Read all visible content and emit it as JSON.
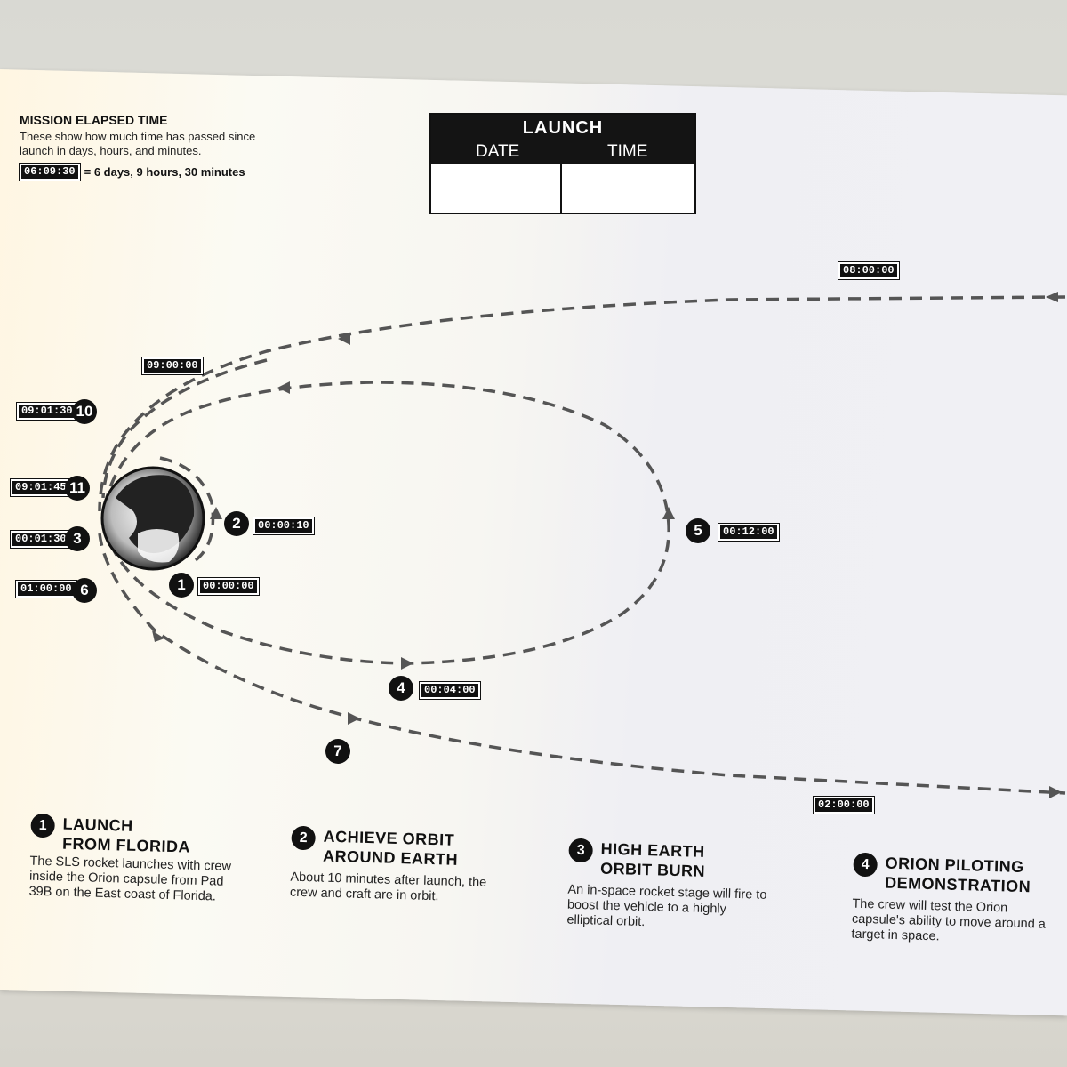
{
  "legend": {
    "title": "MISSION ELAPSED TIME",
    "description": "These show how much time has passed since launch in days, hours, and minutes.",
    "example_tag": "06:09:30",
    "example_text": "= 6 days, 9 hours, 30 minutes"
  },
  "launch_box": {
    "title": "LAUNCH",
    "date_label": "DATE",
    "time_label": "TIME"
  },
  "markers": [
    {
      "num": "1",
      "time": "00:00:00"
    },
    {
      "num": "2",
      "time": "00:00:10"
    },
    {
      "num": "3",
      "time": "00:01:30"
    },
    {
      "num": "4",
      "time": "00:04:00"
    },
    {
      "num": "5",
      "time": "00:12:00"
    },
    {
      "num": "6",
      "time": "01:00:00"
    },
    {
      "num": "7",
      "time": ""
    },
    {
      "num": "10",
      "time": "09:01:30"
    },
    {
      "num": "11",
      "time": "09:01:45"
    }
  ],
  "path_times": {
    "outbound": "02:00:00",
    "inbound": "08:00:00",
    "return": "09:00:00"
  },
  "steps": [
    {
      "num": "1",
      "title_line1": "LAUNCH",
      "title_line2": "FROM FLORIDA",
      "description": "The SLS rocket launches with crew inside the Orion capsule from Pad 39B on the East coast of Florida."
    },
    {
      "num": "2",
      "title_line1": "ACHIEVE ORBIT",
      "title_line2": "AROUND EARTH",
      "description": "About 10 minutes after launch, the crew and craft are in orbit."
    },
    {
      "num": "3",
      "title_line1": "HIGH EARTH",
      "title_line2": "ORBIT BURN",
      "description": "An in-space rocket stage will fire to boost the vehicle to a highly elliptical orbit."
    },
    {
      "num": "4",
      "title_line1": "ORION PILOTING",
      "title_line2": "DEMONSTRATION",
      "description": "The crew will test the Orion capsule's ability to move around a target in space."
    }
  ]
}
